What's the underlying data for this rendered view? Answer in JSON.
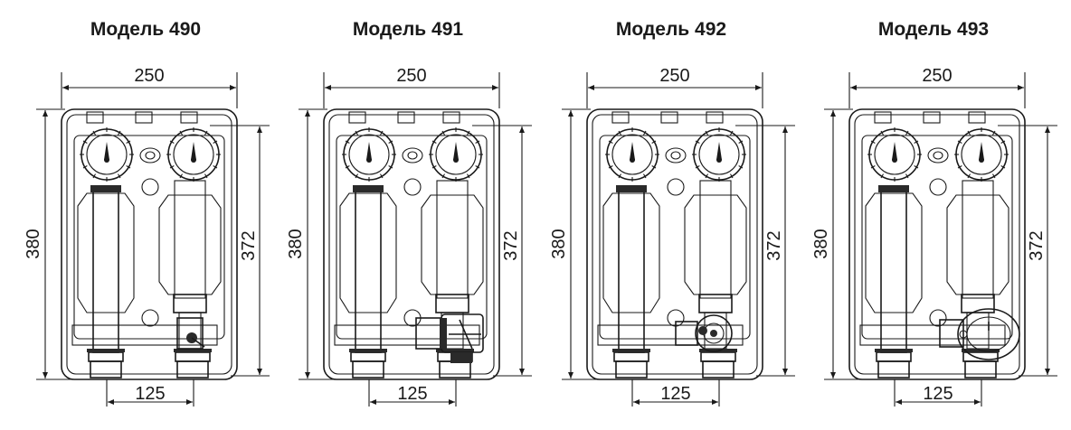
{
  "models": [
    {
      "title": "Модель 490",
      "valve": "ball",
      "width_label": "250",
      "height_outer_label": "380",
      "height_inner_label": "372",
      "spacing_label": "125"
    },
    {
      "title": "Модель 491",
      "valve": "mixer3",
      "width_label": "250",
      "height_outer_label": "380",
      "height_inner_label": "372",
      "spacing_label": "125"
    },
    {
      "title": "Модель 492",
      "valve": "mixer4",
      "width_label": "250",
      "height_outer_label": "380",
      "height_inner_label": "372",
      "spacing_label": "125"
    },
    {
      "title": "Модель 493",
      "valve": "actuator",
      "width_label": "250",
      "height_outer_label": "380",
      "height_inner_label": "372",
      "spacing_label": "125"
    }
  ],
  "colors": {
    "line": "#1a1a1a",
    "background": "#ffffff",
    "body_fill": "#ffffff",
    "accent_fill": "#2a2a2a"
  }
}
